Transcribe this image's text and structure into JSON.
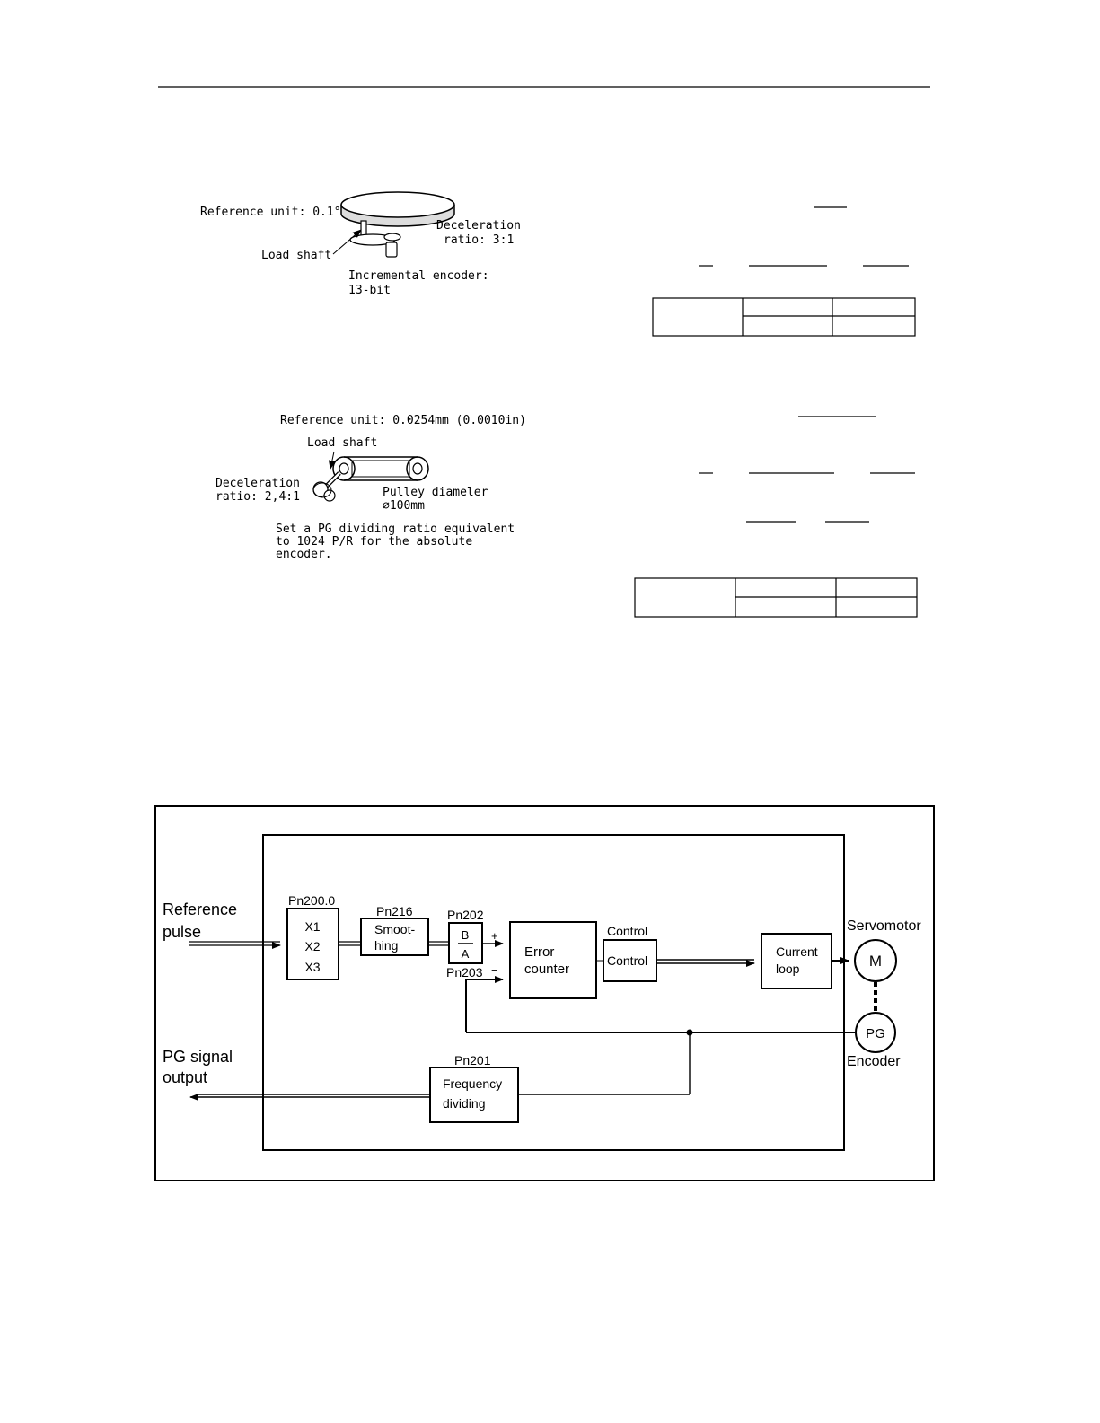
{
  "example1": {
    "labels": {
      "reference_unit": "Reference unit: 0.1°",
      "load_shaft": "Load shaft",
      "deceleration_line1": "Deceleration",
      "deceleration_line2": "ratio: 3:1",
      "encoder_line1": "Incremental encoder:",
      "encoder_line2": "13-bit"
    }
  },
  "example2": {
    "labels": {
      "reference_unit": "Reference unit: 0.0254mm (0.0010in)",
      "load_shaft": "Load shaft",
      "deceleration_line1": "Deceleration",
      "deceleration_line2": "ratio: 2,4:1",
      "pulley_line1": "Pulley diameler",
      "pulley_line2": "⌀100mm",
      "note_line1": "Set a PG dividing ratio equivalent",
      "note_line2": "to 1024 P/R for the absolute",
      "note_line3": "encoder."
    }
  },
  "block_diagram": {
    "reference_pulse_line1": "Reference",
    "reference_pulse_line2": "pulse",
    "pg_signal_line1": "PG signal",
    "pg_signal_line2": "output",
    "pn200_label": "Pn200.0",
    "pn200_values": [
      "X1",
      "X2",
      "X3"
    ],
    "pn216_label": "Pn216",
    "smoothing_line1": "Smoot-",
    "smoothing_line2": "hing",
    "pn202_label": "Pn202",
    "ratio_num": "B",
    "ratio_den": "A",
    "pn203_label": "Pn203",
    "plus_sign": "+",
    "minus_sign": "−",
    "error_counter_line1": "Error",
    "error_counter_line2": "counter",
    "control_label": "Control",
    "control_box": "Control",
    "current_loop_line1": "Current",
    "current_loop_line2": "loop",
    "servomotor_label": "Servomotor",
    "motor_symbol": "M",
    "pg_symbol": "PG",
    "encoder_label": "Encoder",
    "pn201_label": "Pn201",
    "freq_div_line1": "Frequency",
    "freq_div_line2": "dividing"
  }
}
